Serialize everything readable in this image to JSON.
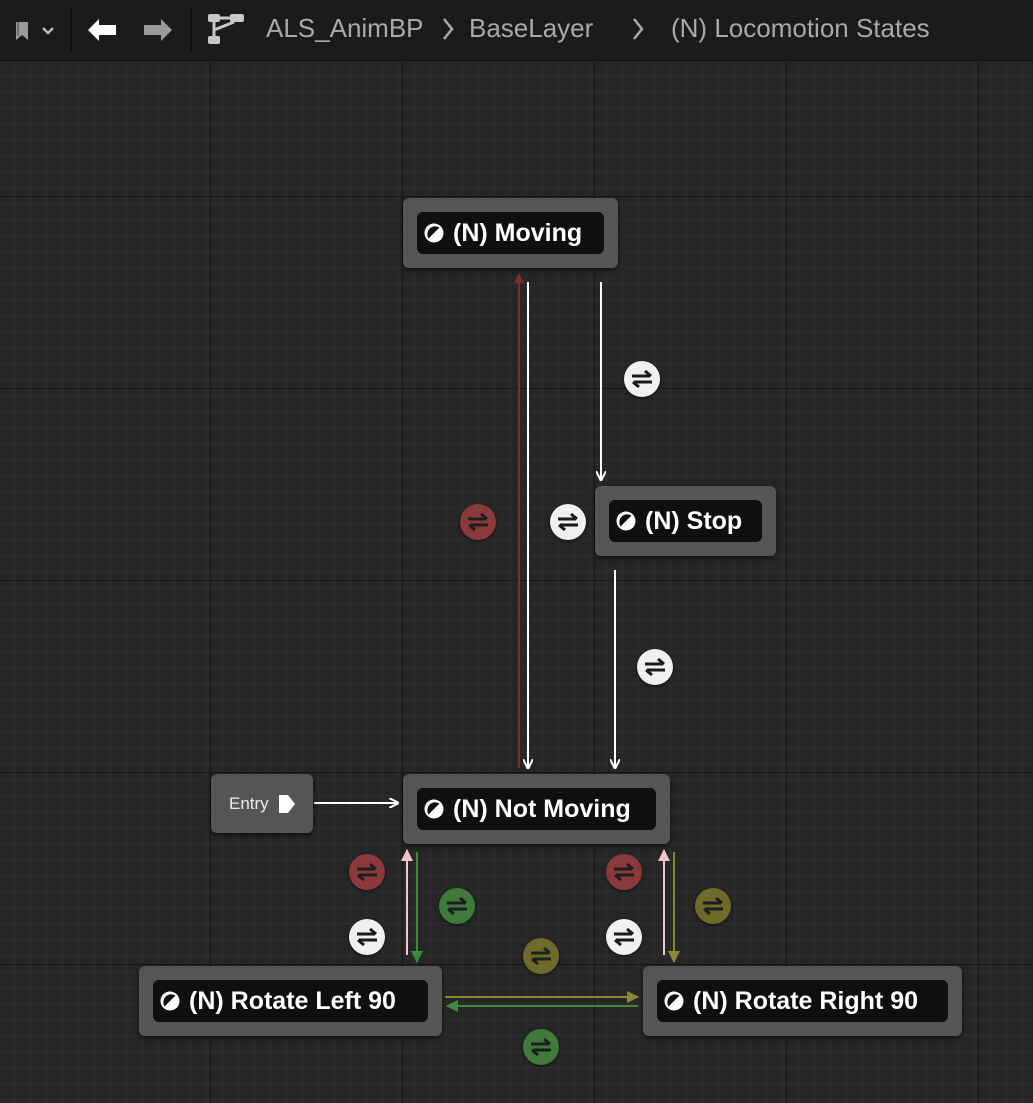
{
  "toolbar": {
    "breadcrumbs": [
      "ALS_AnimBP",
      "BaseLayer",
      "(N) Locomotion States"
    ]
  },
  "graph": {
    "entry_label": "Entry",
    "states": {
      "moving": "(N) Moving",
      "stop": "(N) Stop",
      "not_moving": "(N) Not Moving",
      "rotate_left": "(N) Rotate Left 90",
      "rotate_right": "(N) Rotate Right 90"
    },
    "transition_colors": {
      "white": "#f0f0f0",
      "red": "#8a3a3a",
      "green": "#3f7a3a",
      "olive": "#6e6a2a"
    },
    "icons": [
      "bookmark-icon",
      "chevron-down-icon",
      "back-arrow-icon",
      "forward-arrow-icon",
      "hierarchy-icon",
      "breadcrumb-chevron-icon",
      "state-icon",
      "transition-rule-icon",
      "entry-pin-icon"
    ]
  }
}
